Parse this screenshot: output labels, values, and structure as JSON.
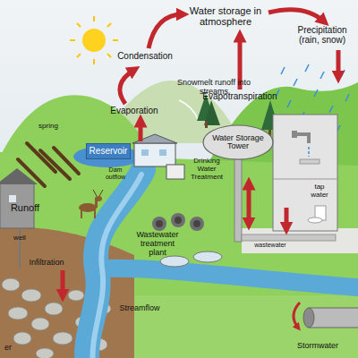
{
  "diagram": {
    "nodes": [
      {
        "text": [
          "Reservoir"
        ]
      },
      {
        "text": [
          "Water Storage Tower"
        ]
      }
    ],
    "labels": [
      "Water storage in atmosphere",
      "Condensation",
      "Precipitation (rain, snow)",
      "Evaporation",
      "Evapotranspiration",
      "Snowmelt runoff into streams",
      "spring",
      "Runoff",
      "Dam outflow",
      "Drinking Water Treatment",
      "tap water",
      "Wastewater treatment plant",
      "well",
      "Infiltration",
      "Streamflow",
      "wastewater",
      "Stormwater",
      "er"
    ]
  }
}
